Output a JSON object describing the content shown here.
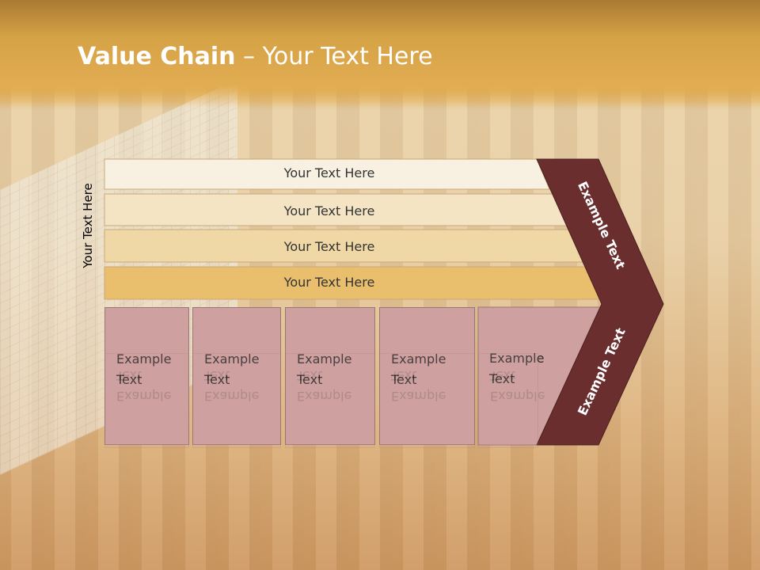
{
  "slide": {
    "title_bold": "Value Chain",
    "title_rest": " – Your Text Here",
    "side_label": "Your Text Here"
  },
  "bars": [
    {
      "label": "Your Text Here",
      "color": "#f8f1e2"
    },
    {
      "label": "Your Text Here",
      "color": "#f4e4c4"
    },
    {
      "label": "Your Text Here",
      "color": "#f0d8a6"
    },
    {
      "label": "Your Text Here",
      "color": "#e9bf6e"
    }
  ],
  "cells": [
    {
      "label": "Example Text"
    },
    {
      "label": "Example Text"
    },
    {
      "label": "Example Text"
    },
    {
      "label": "Example Text"
    },
    {
      "label": "Example Text"
    }
  ],
  "chevron": {
    "upper_label": "Example Text",
    "lower_label": "Example Text",
    "color": "#6b2e2e"
  }
}
